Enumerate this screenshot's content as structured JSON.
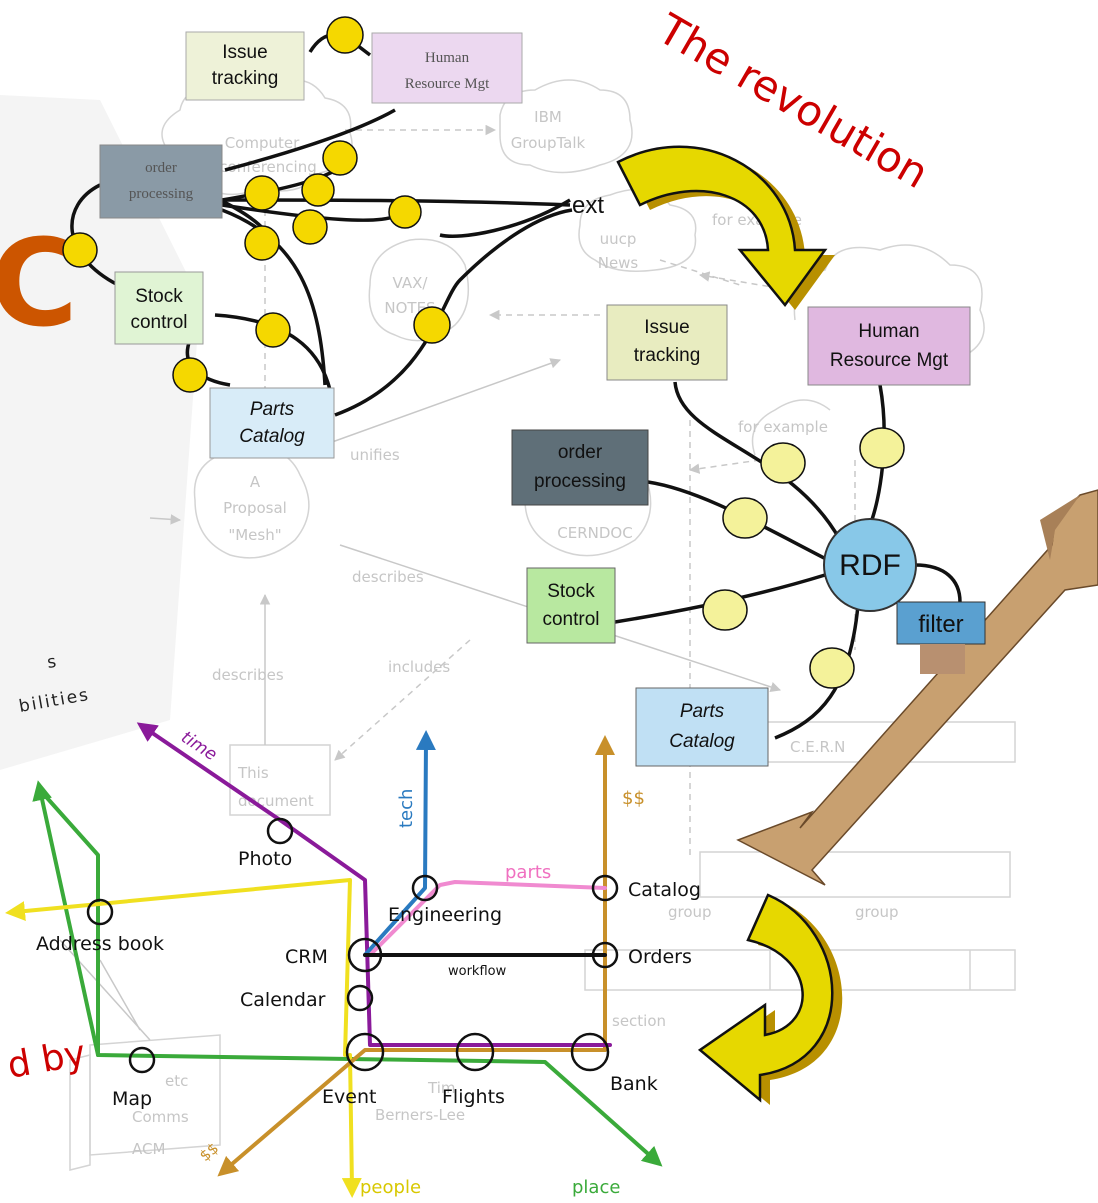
{
  "title": "The revolution",
  "fragments": {
    "left_letter": "C",
    "bottom_left": "d by",
    "left_text_1": "s",
    "left_text_2": "bilities"
  },
  "old_mesh": {
    "boxes": {
      "issue_tracking": [
        "Issue",
        "tracking"
      ],
      "human_resource": [
        "Human",
        "Resource Mgt"
      ],
      "order_processing": [
        "order",
        "processing"
      ],
      "stock_control": [
        "Stock",
        "control"
      ],
      "parts_catalog": [
        "Parts",
        "Catalog"
      ]
    },
    "ext_label": "ext",
    "background_labels": {
      "ibm": [
        "IBM",
        "GroupTalk"
      ],
      "computer": [
        "Computer",
        "conferencing"
      ],
      "uucp": [
        "uucp",
        "News"
      ],
      "vax": [
        "VAX/",
        "NOTES"
      ],
      "proposal": [
        "A",
        "Proposal",
        "\"Mesh\""
      ],
      "cerndoc": "CERNDOC",
      "unifies": "unifies",
      "describes_1": "describes",
      "describes_2": "describes",
      "includes": "includes",
      "for_example_1": "for example",
      "for_example_2": "for example",
      "this_document": [
        "This",
        "document"
      ],
      "cern": "C.E.R.N",
      "group": "group",
      "section": "section",
      "tim": [
        "Tim",
        "Berners-Lee"
      ],
      "etc": "etc",
      "comms": [
        "Comms",
        "ACM"
      ]
    }
  },
  "rdf_hub": {
    "center": "RDF",
    "filter": "filter",
    "boxes": {
      "issue_tracking": [
        "Issue",
        "tracking"
      ],
      "human_resource": [
        "Human",
        "Resource Mgt"
      ],
      "order_processing": [
        "order",
        "processing"
      ],
      "stock_control": [
        "Stock",
        "control"
      ],
      "parts_catalog": [
        "Parts",
        "Catalog"
      ]
    }
  },
  "metro_map": {
    "axes": {
      "time": "time",
      "tech": "tech",
      "money": "$$",
      "parts": "parts",
      "people": "people",
      "place": "place",
      "money_bottom": "$$"
    },
    "stations": {
      "photo": "Photo",
      "engineering": "Engineering",
      "catalog": "Catalog",
      "crm": "CRM",
      "orders": "Orders",
      "workflow": "workflow",
      "address_book": "Address book",
      "calendar": "Calendar",
      "event": "Event",
      "flights": "Flights",
      "bank": "Bank",
      "map": "Map"
    }
  },
  "colors": {
    "accent_red": "#cc0000",
    "orange_letter": "#cc5500",
    "connector_yellow": "#f5d800",
    "arrow_yellow": "#e6d800",
    "box_issue": "#e8ecc0",
    "box_hr": "#e8c8e8",
    "box_order": "#5f6f78",
    "box_stock": "#c8f0b0",
    "box_parts": "#c8e4f4",
    "rdf": "#88c8e8",
    "line_time": "#8a1a9a",
    "line_tech": "#2a7ac0",
    "line_money": "#c8902a",
    "line_parts": "#f08ad0",
    "line_people": "#f0e020",
    "line_place": "#3aaa3a",
    "line_workflow": "#111111"
  }
}
